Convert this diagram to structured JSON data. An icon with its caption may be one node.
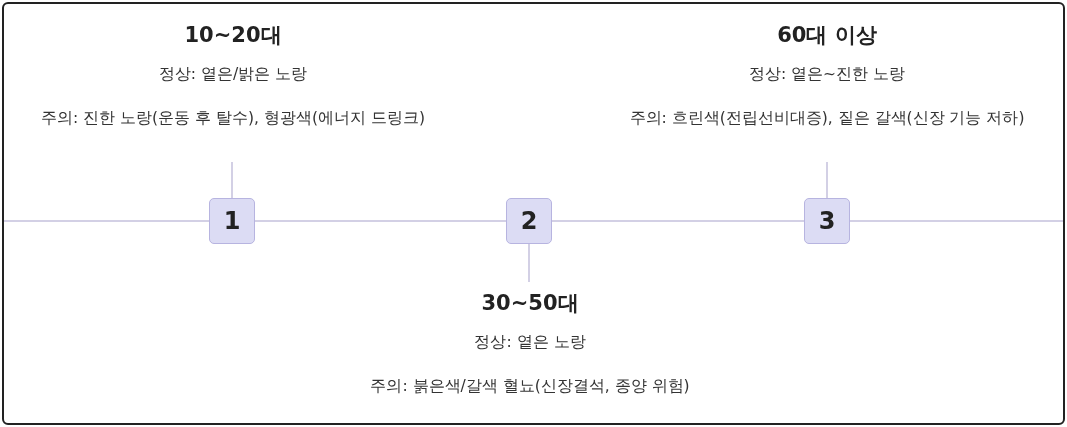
{
  "diagram": {
    "nodes": [
      {
        "text": [
          "10~20대",
          "정상: 옅은/밝은 노랑",
          "주의: 진한 노랑(운동 후 탈수), 형광색(에너지 드링크)"
        ]
      },
      {
        "text": [
          "60대 이상",
          "정상: 옅은~진한 노랑",
          "주의: 흐린색(전립선비대증), 짙은 갈색(신장 기능 저하)"
        ]
      },
      {
        "text": [
          "1"
        ]
      },
      {
        "text": [
          "2"
        ]
      },
      {
        "text": [
          "3"
        ]
      },
      {
        "text": [
          "30~50대",
          "정상: 옅은 노랑",
          "주의: 붉은색/갈색 혈뇨(신장결석, 종양 위험)"
        ]
      }
    ],
    "edges": [
      {
        "from": 2,
        "to": 0,
        "arrow": "none"
      },
      {
        "from": 3,
        "to": 5,
        "arrow": "none"
      },
      {
        "from": 4,
        "to": 1,
        "arrow": "none"
      },
      {
        "from": null,
        "to": 2,
        "arrow": "none"
      },
      {
        "from": 2,
        "to": 3,
        "arrow": "none"
      },
      {
        "from": 3,
        "to": 4,
        "arrow": "none"
      },
      {
        "from": 4,
        "to": null,
        "arrow": "none"
      }
    ]
  }
}
